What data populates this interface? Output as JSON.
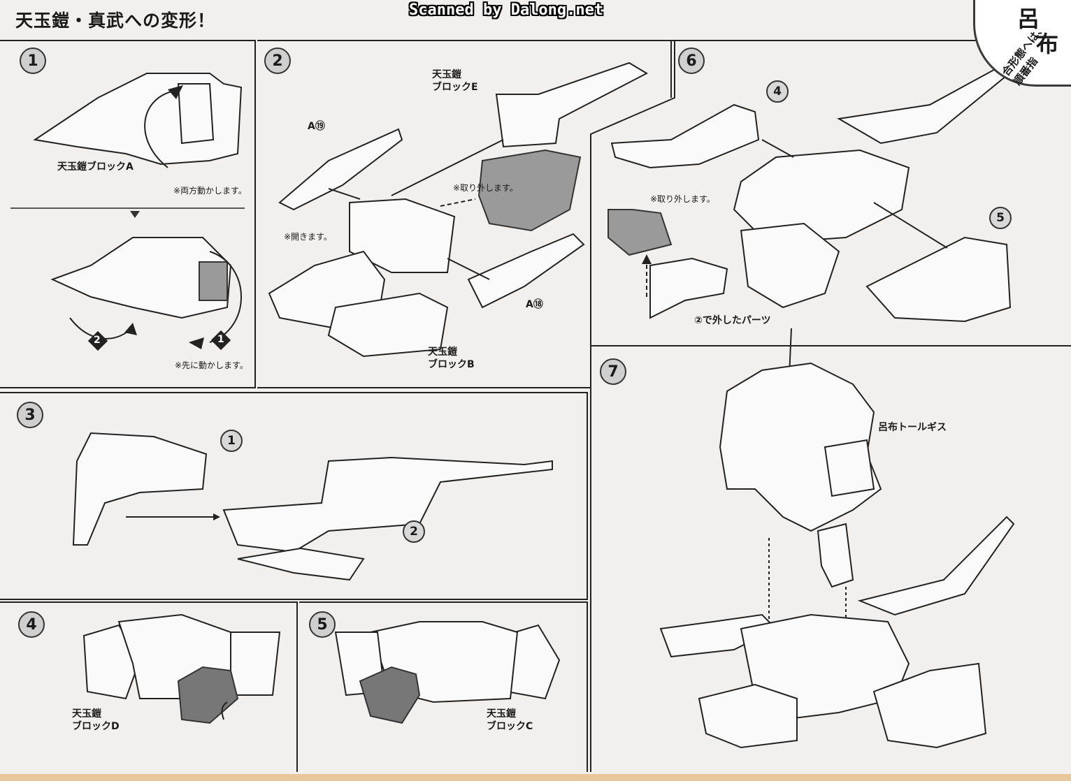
{
  "header": {
    "title": "天玉鎧・真武への変形！",
    "scan_credit": "Scanned by Dalong.net",
    "corner_char_1": "呂",
    "corner_char_2": "布",
    "corner_note": "合形態へは、順番指"
  },
  "steps": [
    {
      "number": "1",
      "label": "天玉鎧ブロックA",
      "notes": [
        "※両方動かします。",
        "※先に動かします。"
      ],
      "order_marks": [
        "1",
        "2"
      ]
    },
    {
      "number": "2",
      "part_refs": [
        "A⑲",
        "A⑱"
      ],
      "labels": [
        "天玉鎧\nブロックE",
        "天玉鎧\nブロックB"
      ],
      "notes": [
        "※取り外します。",
        "※開きます。"
      ]
    },
    {
      "number": "3",
      "refs": [
        "1",
        "2"
      ]
    },
    {
      "number": "4",
      "label": "天玉鎧\nブロックD"
    },
    {
      "number": "5",
      "label": "天玉鎧\nブロックC"
    },
    {
      "number": "6",
      "refs": [
        "4",
        "5"
      ],
      "notes": [
        "※取り外します。"
      ],
      "removed_label": "②で外したパーツ"
    },
    {
      "number": "7",
      "label": "呂布トールギス"
    }
  ],
  "colors": {
    "paper": "#f1f0ee",
    "ink": "#1a1a1a",
    "badge": "#cfcfcf",
    "strip": "#e7c79b"
  }
}
